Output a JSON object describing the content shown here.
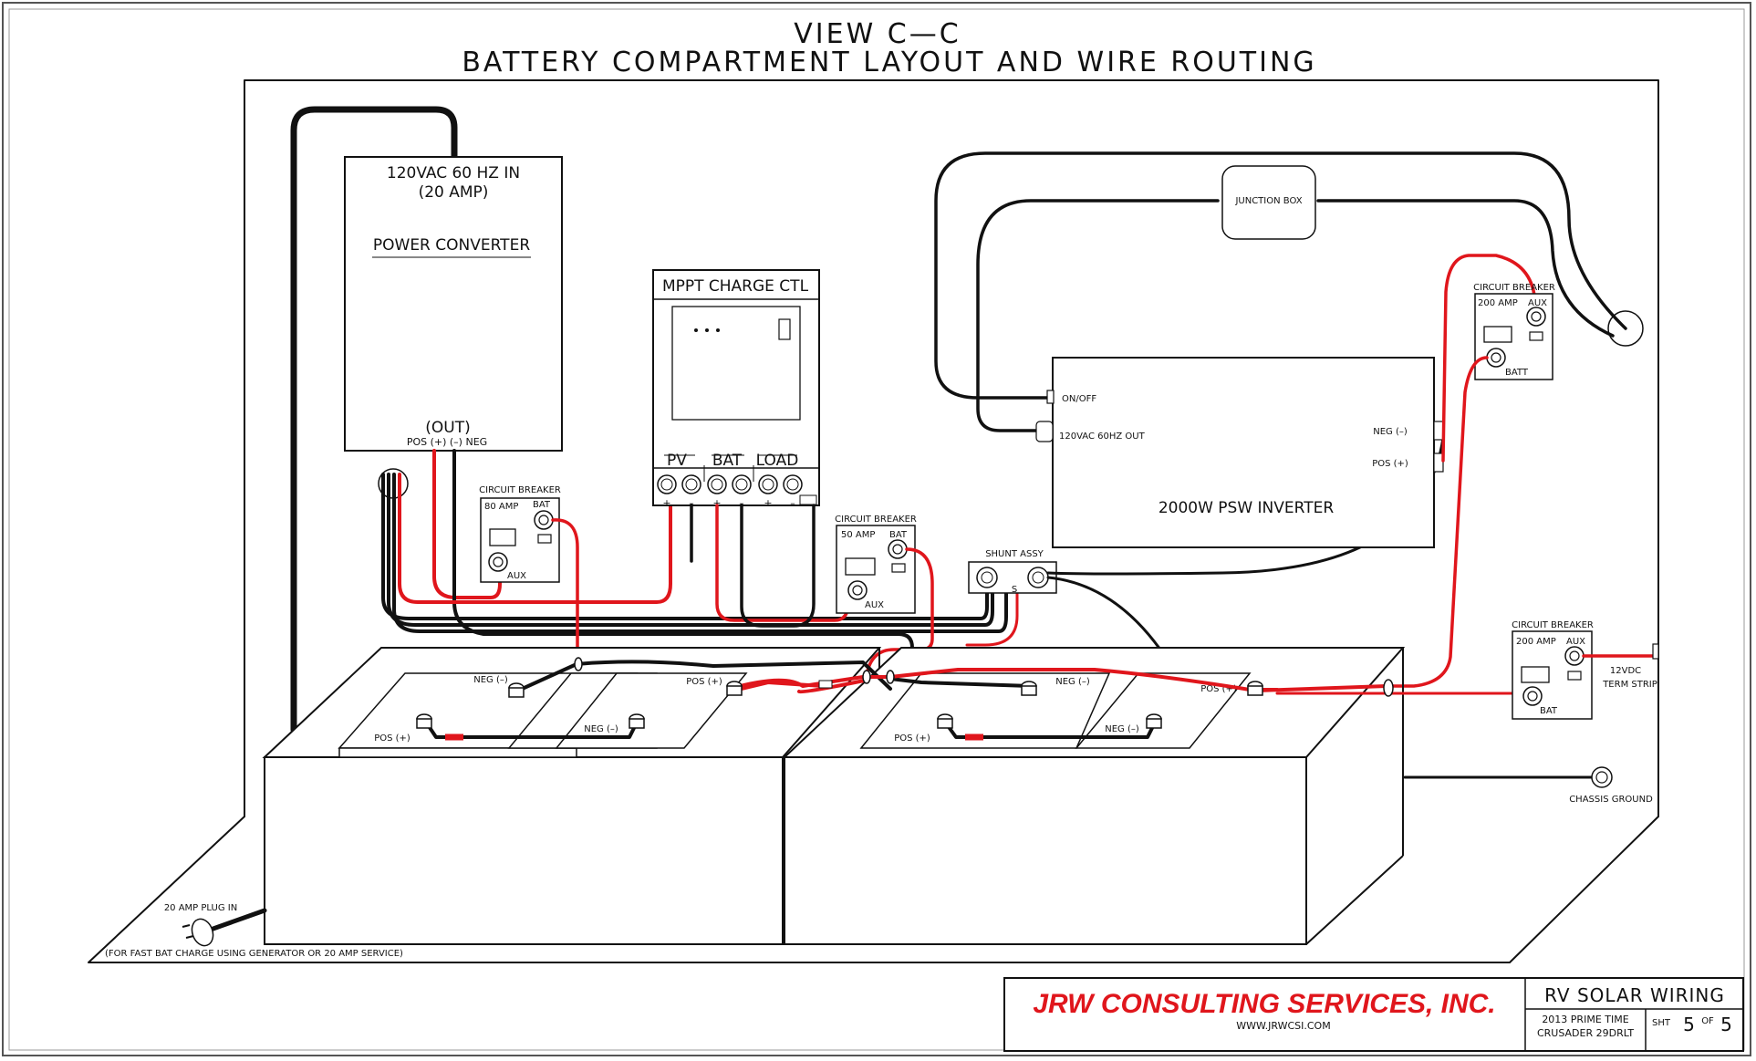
{
  "title": {
    "line1": "VIEW C—C",
    "line2": "BATTERY COMPARTMENT LAYOUT AND WIRE ROUTING"
  },
  "power_converter": {
    "input_line1": "120VAC 60 HZ IN",
    "input_line2": "(20 AMP)",
    "name": "POWER CONVERTER",
    "out_label": "(OUT)",
    "terminals": "POS (+) (–) NEG"
  },
  "mppt": {
    "name": "MPPT CHARGE CTL",
    "pv": "PV",
    "bat": "BAT",
    "load": "LOAD",
    "pol_plus": "+",
    "pol_minus": "–"
  },
  "breaker_80": {
    "title": "CIRCUIT BREAKER",
    "rating": "80 AMP",
    "bat": "BAT",
    "aux": "AUX"
  },
  "breaker_50": {
    "title": "CIRCUIT BREAKER",
    "rating": "50 AMP",
    "bat": "BAT",
    "aux": "AUX"
  },
  "breaker_200_top": {
    "title": "CIRCUIT BREAKER",
    "rating": "200 AMP",
    "aux": "AUX",
    "batt": "BATT"
  },
  "breaker_200_right": {
    "title": "CIRCUIT BREAKER",
    "rating": "200 AMP",
    "aux": "AUX",
    "bat": "BAT"
  },
  "junction_box": "JUNCTION BOX",
  "inverter": {
    "name": "2000W PSW INVERTER",
    "on_off": "ON/OFF",
    "ac_out": "120VAC 60HZ OUT",
    "neg": "NEG (–)",
    "pos": "POS (+)"
  },
  "shunt": {
    "label": "SHUNT ASSY",
    "marker": "S"
  },
  "batteries": {
    "neg": "NEG (–)",
    "pos": "POS (+)"
  },
  "term_strip": {
    "line1": "12VDC",
    "line2": "TERM STRIP"
  },
  "chassis_ground": "CHASSIS GROUND",
  "plug": {
    "label": "20 AMP PLUG IN",
    "note": "(FOR FAST BAT CHARGE USING GENERATOR OR 20 AMP SERVICE)"
  },
  "title_block": {
    "company": "JRW CONSULTING SERVICES, INC.",
    "website": "WWW.JRWCSI.COM",
    "drawing_title": "RV SOLAR WIRING",
    "model_line1": "2013 PRIME TIME",
    "model_line2": "CRUSADER 29DRLT",
    "sheet_label": "SHT",
    "sheet_num": "5",
    "sheet_of": "OF",
    "sheet_total": "5"
  },
  "colors": {
    "wire_red": "#e0161c",
    "wire_black": "#111111",
    "brand_red": "#e0161c"
  }
}
